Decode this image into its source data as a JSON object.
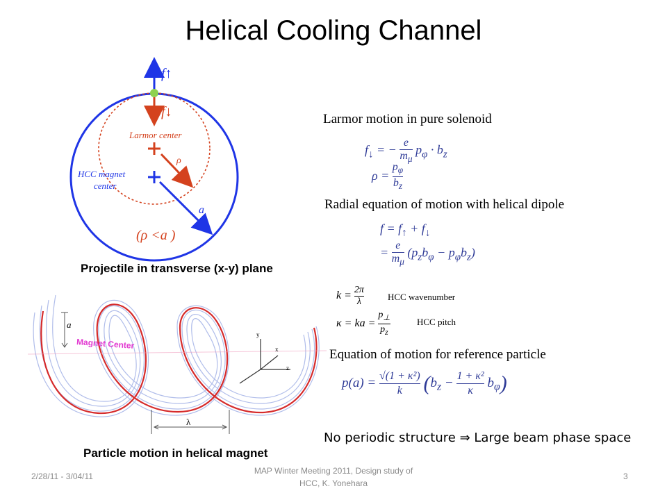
{
  "slide": {
    "title": "Helical Cooling Channel",
    "top_figure": {
      "caption": "Projectile in transverse (x-y) plane",
      "f_up": "f↑",
      "f_down": "f↓",
      "larmor_center": "Larmor center",
      "hcc_center_line1": "HCC magnet",
      "hcc_center_line2": "center",
      "rho": "ρ",
      "a": "a",
      "condition": "(ρ <a )"
    },
    "bottom_figure": {
      "caption": "Particle motion in helical magnet",
      "magnet_center": "Magnet Center",
      "a": "a",
      "lambda": "λ",
      "axis_x": "x",
      "axis_y": "y",
      "axis_z": "z"
    },
    "sections": {
      "larmor": "Larmor motion in pure solenoid",
      "radial": "Radial equation of motion with helical dipole",
      "hcc_wavenumber": "HCC wavenumber",
      "hcc_pitch": "HCC pitch",
      "reference": "Equation of motion for reference particle"
    },
    "note": "No periodic structure ⇒ Large beam phase space",
    "footer": {
      "date": "2/28/11 - 3/04/11",
      "center_line1": "MAP Winter Meeting 2011, Design study of",
      "center_line2": "HCC, K. Yonehara",
      "page": "3"
    },
    "colors": {
      "blue": "#1f35e6",
      "red": "#d4421e",
      "dot": "#8fd14f"
    }
  }
}
